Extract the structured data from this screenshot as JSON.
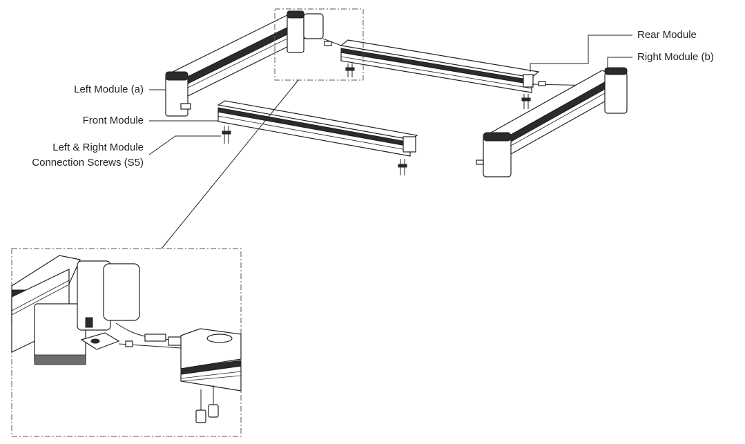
{
  "labels": {
    "left_module": "Left Module (a)",
    "front_module": "Front Module",
    "screws_line1": "Left & Right Module",
    "screws_line2": "Connection Screws (S5)",
    "rear_module": "Rear Module",
    "right_module": "Right Module (b)"
  },
  "colors": {
    "line": "#231f20",
    "frame_dark": "#2b2b2b",
    "frame_mid": "#6d6d6d",
    "background": "#ffffff"
  }
}
